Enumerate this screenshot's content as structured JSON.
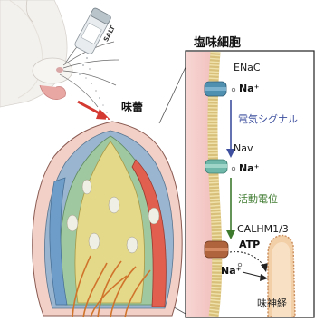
{
  "labels": {
    "cell_title": "塩味細胞",
    "taste_bud": "味蕾",
    "salt_bottle": "SALT",
    "enac": "ENaC",
    "na_ion_1": "Na⁺",
    "electric_signal": "電気シグナル",
    "nav": "Nav",
    "na_ion_2": "Na⁺",
    "action_potential": "活動電位",
    "calhm": "CALHM1/3",
    "atp": "ATP",
    "na_ion_3": "Na⁺",
    "taste_nerve": "味神経"
  },
  "colors": {
    "cell_pink": "#f4c8c6",
    "membrane_yellow": "#e9d89a",
    "channel_blue": "#4f8fb0",
    "channel_teal": "#6fb7a9",
    "channel_brown": "#b0643e",
    "arrow_blue": "#3d4f9e",
    "arrow_green": "#3d7a2e",
    "nerve_peach": "#f2cfa6",
    "salt_red": "#d43a32"
  }
}
